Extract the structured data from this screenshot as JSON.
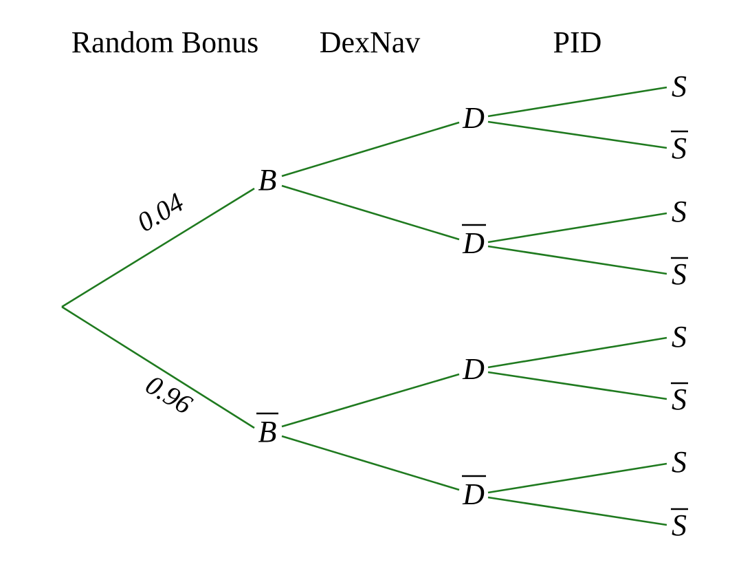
{
  "headers": {
    "level1": "Random Bonus",
    "level2": "DexNav",
    "level3": "PID"
  },
  "probabilities": {
    "bonus": "0.04",
    "no_bonus": "0.96"
  },
  "nodes": {
    "bonus": "B",
    "dexnav": "D",
    "pid": "S"
  },
  "colors": {
    "edge": "#1f7a1f",
    "text": "#000000"
  }
}
